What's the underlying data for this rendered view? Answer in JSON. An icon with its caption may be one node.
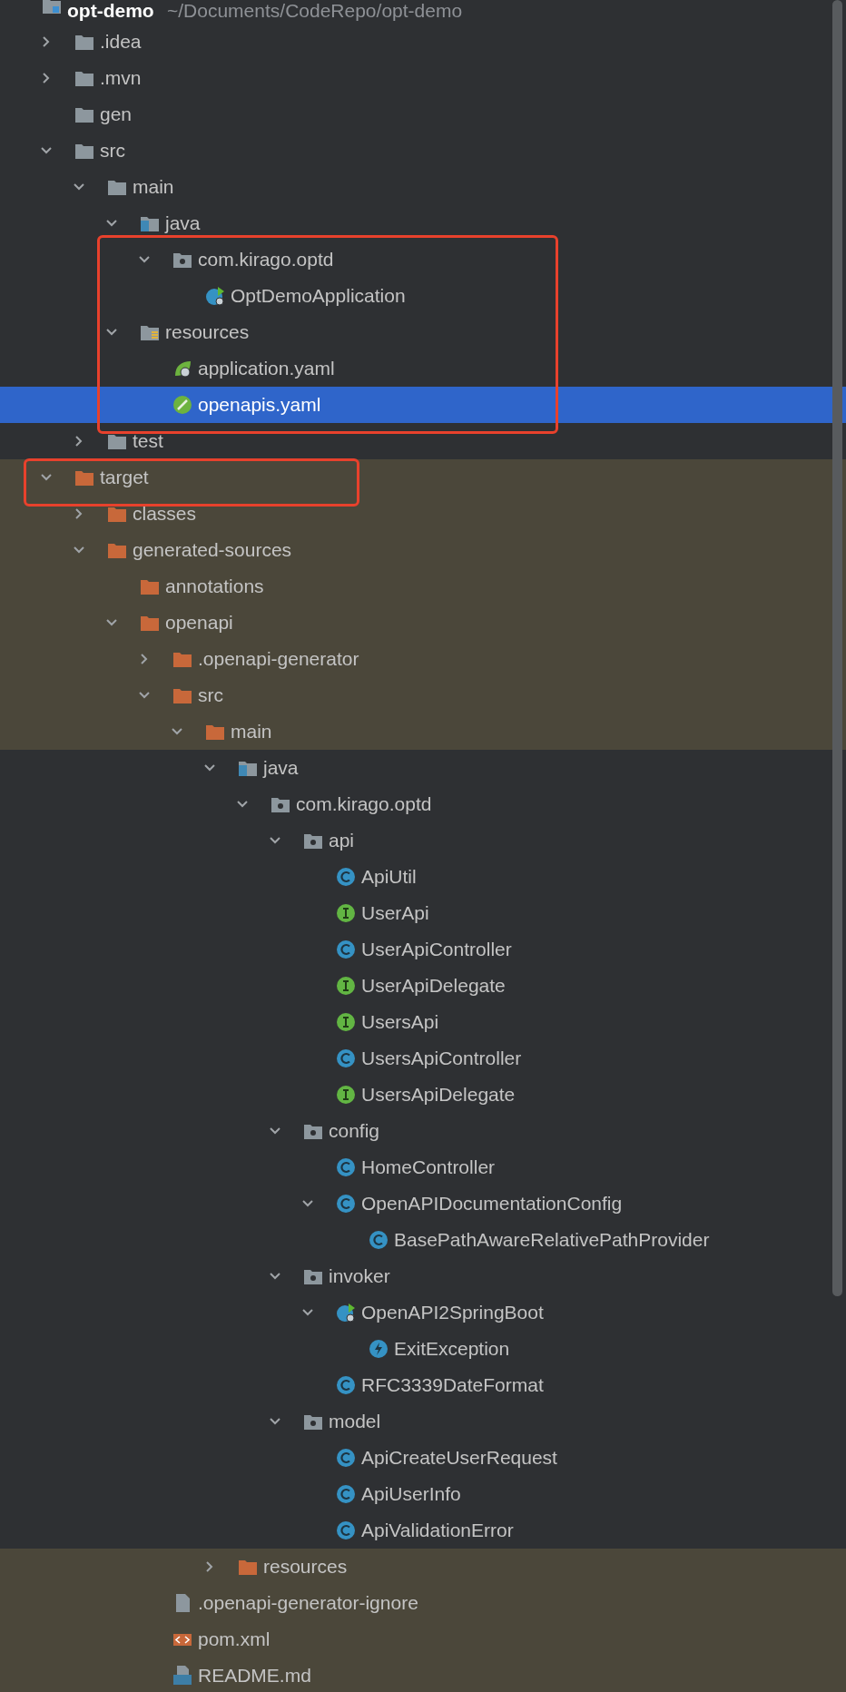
{
  "diagram": {
    "nodes": [
      {
        "text": [
          "com.kirago.optd",
          "OptDemoApplication",
          "resources",
          "application.yaml",
          "openapis.yaml"
        ]
      },
      {
        "text": [
          "target"
        ]
      }
    ],
    "labels": [
      "opt-demo",
      "~/Documents/CodeRepo/opt-demo",
      ".idea",
      ".mvn",
      "gen",
      "src",
      "main",
      "java",
      "test",
      "classes",
      "generated-sources",
      "annotations",
      "openapi",
      ".openapi-generator",
      "src",
      "main",
      "java",
      "com.kirago.optd",
      "api",
      "ApiUtil",
      "UserApi",
      "UserApiController",
      "UserApiDelegate",
      "UsersApi",
      "UsersApiController",
      "UsersApiDelegate",
      "config",
      "HomeController",
      "OpenAPIDocumentationConfig",
      "BasePathAwareRelativePathProvider",
      "invoker",
      "OpenAPI2SpringBoot",
      "ExitException",
      "RFC3339DateFormat",
      "model",
      "ApiCreateUserRequest",
      "ApiUserInfo",
      "ApiValidationError",
      "resources",
      ".openapi-generator-ignore",
      "pom.xml",
      "README.md"
    ]
  }
}
